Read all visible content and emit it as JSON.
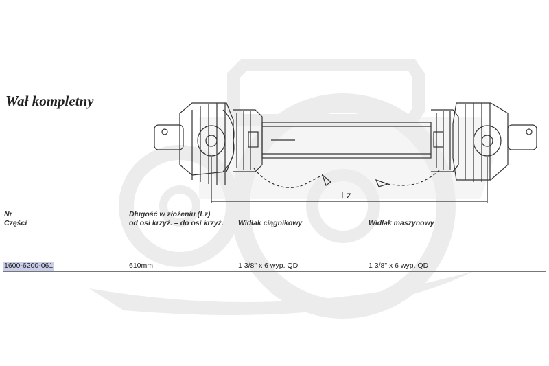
{
  "title": "Wał kompletny",
  "drawing": {
    "dimension_label": "Lz"
  },
  "table": {
    "columns": [
      {
        "line1": "Nr",
        "line2": "Części"
      },
      {
        "line1": "Długość w złożeniu (Lz)",
        "line2": "od osi krzyż. – do osi krzyż."
      },
      {
        "line1": "",
        "line2": "Widłak ciągnikowy"
      },
      {
        "line1": "",
        "line2": "Widłak maszynowy"
      }
    ],
    "rows": [
      {
        "part_no": "1600-6200-061",
        "length": "610mm",
        "tractor_yoke": "1 3/8\" x 6 wyp. QD",
        "machine_yoke": "1 3/8\" x 6 wyp. QD"
      }
    ]
  }
}
